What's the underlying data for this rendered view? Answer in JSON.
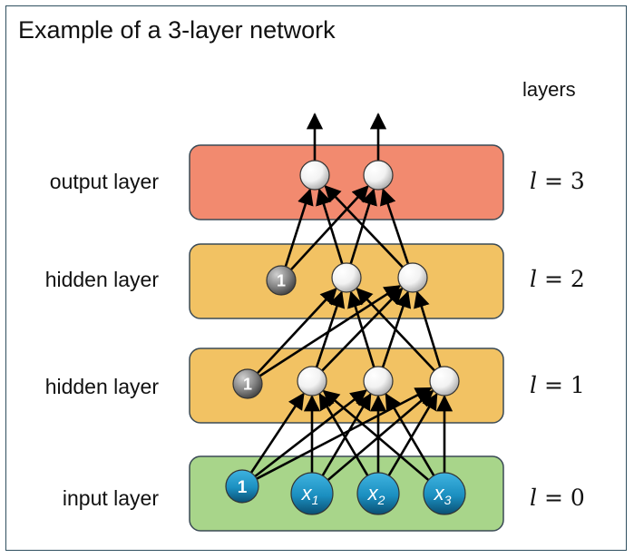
{
  "title": "Example of a 3-layer network",
  "layers_header": "layers",
  "layers": [
    {
      "name": "output layer",
      "l_symbol": "l",
      "l_value": "= 3",
      "color": "#f28a6f",
      "bias": false,
      "nodes": [
        "",
        ""
      ]
    },
    {
      "name": "hidden layer",
      "l_symbol": "l",
      "l_value": "= 2",
      "color": "#f2c263",
      "bias": true,
      "bias_label": "1",
      "nodes": [
        "",
        ""
      ]
    },
    {
      "name": "hidden layer",
      "l_symbol": "l",
      "l_value": "= 1",
      "color": "#f2c263",
      "bias": true,
      "bias_label": "1",
      "nodes": [
        "",
        "",
        ""
      ]
    },
    {
      "name": "input layer",
      "l_symbol": "l",
      "l_value": "= 0",
      "color": "#a8d58a",
      "bias": true,
      "bias_label": "1",
      "nodes": [
        {
          "base": "x",
          "sub": "1"
        },
        {
          "base": "x",
          "sub": "2"
        },
        {
          "base": "x",
          "sub": "3"
        }
      ]
    }
  ],
  "colors": {
    "border": "#2f4f5f",
    "input_node": "#1b8fc0",
    "bias_gray": "#808080",
    "arrow": "#000000"
  }
}
